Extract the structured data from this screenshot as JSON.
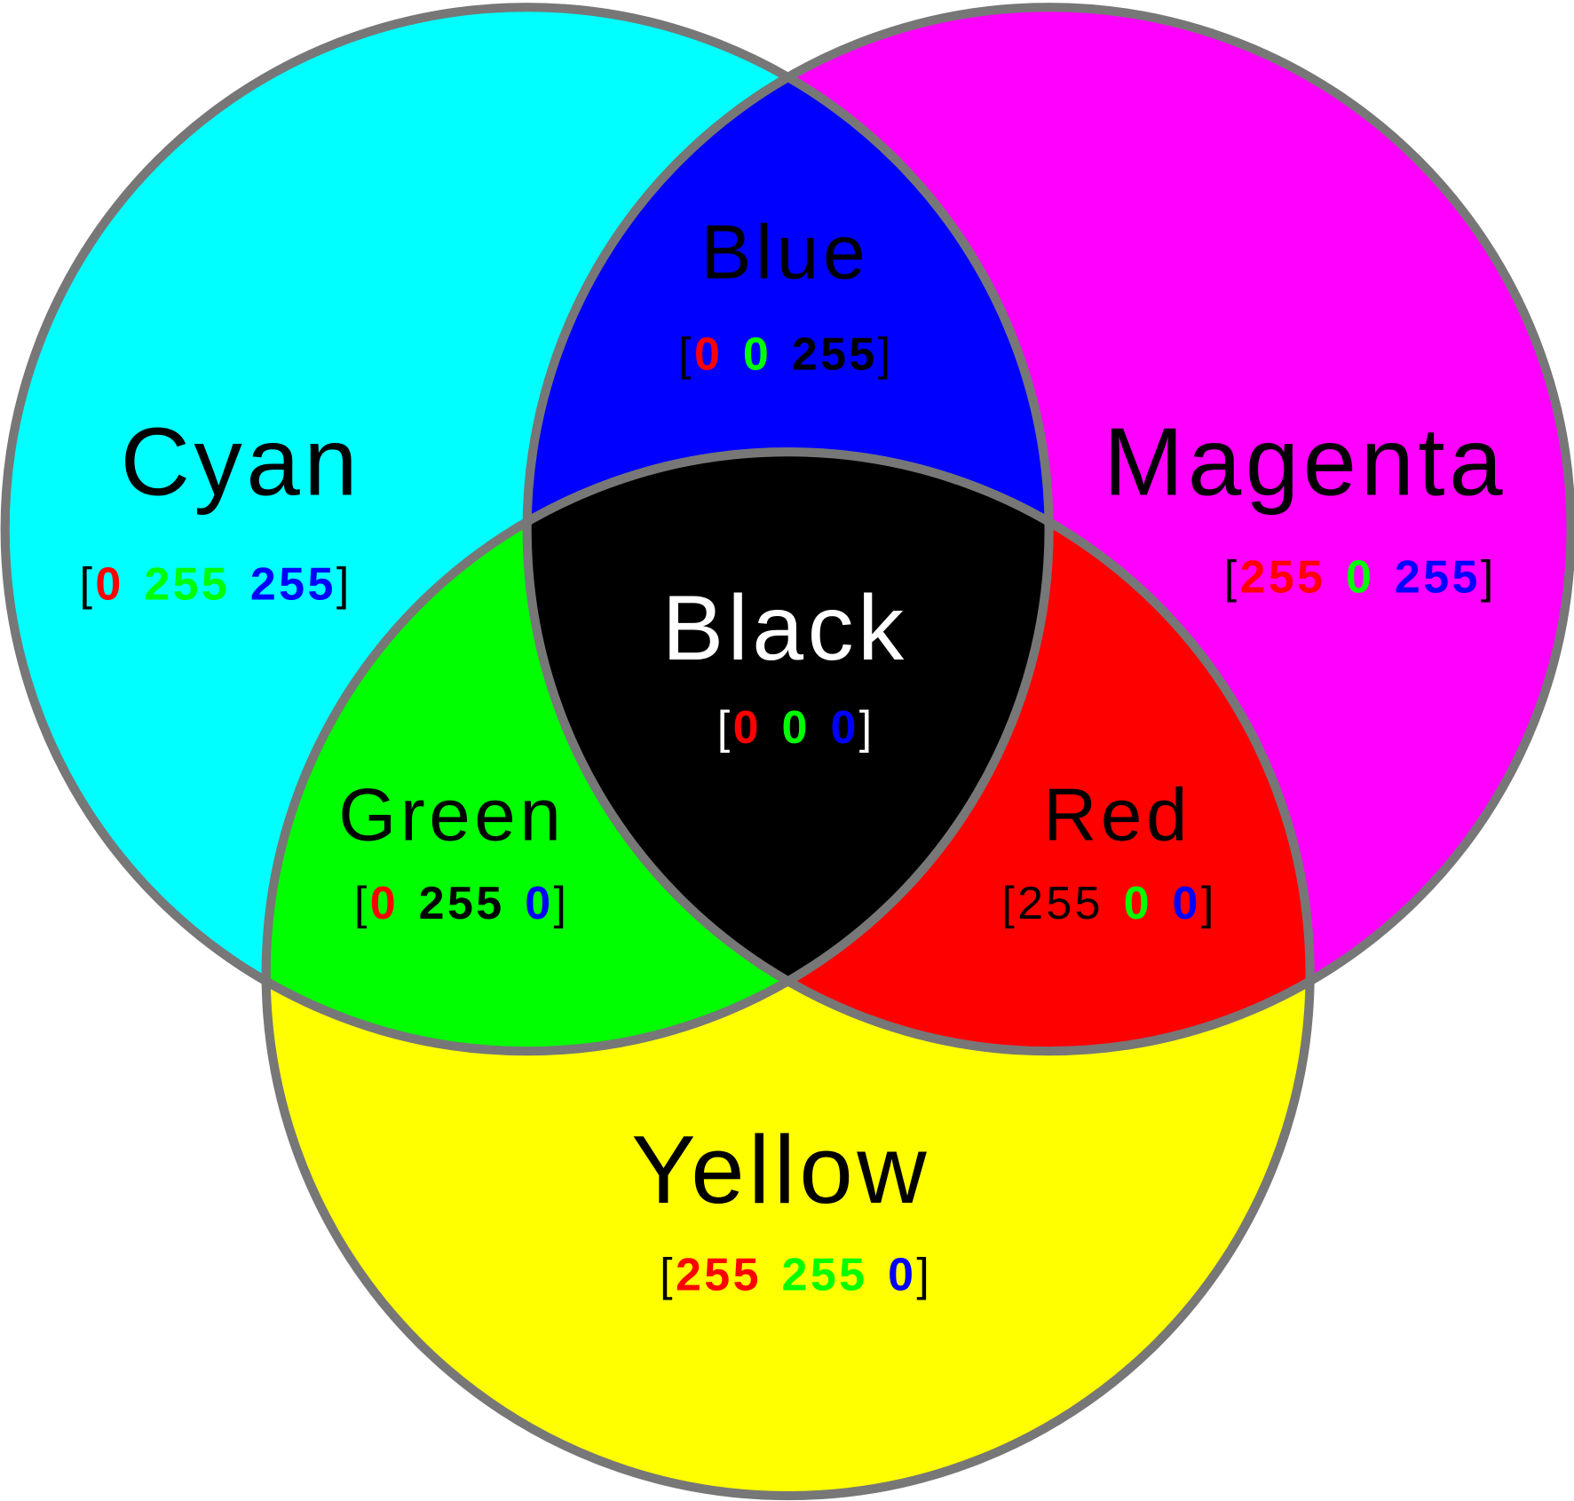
{
  "diagram": {
    "stroke_color": "#777777",
    "circles": {
      "cyan": {
        "label": "Cyan",
        "fill": "#00ffff"
      },
      "magenta": {
        "label": "Magenta",
        "fill": "#ff00ff"
      },
      "yellow": {
        "label": "Yellow",
        "fill": "#ffff00"
      }
    },
    "regions": {
      "cyan": {
        "label": "Cyan",
        "values": [
          "0",
          "255",
          "255"
        ]
      },
      "magenta": {
        "label": "Magenta",
        "values": [
          "255",
          "0",
          "255"
        ]
      },
      "yellow": {
        "label": "Yellow",
        "values": [
          "255",
          "255",
          "0"
        ]
      },
      "blue": {
        "label": "Blue",
        "values": [
          "0",
          "0",
          "255"
        ]
      },
      "green": {
        "label": "Green",
        "values": [
          "0",
          "255",
          "0"
        ]
      },
      "red": {
        "label": "Red",
        "values": [
          "255",
          "0",
          "0"
        ]
      },
      "black": {
        "label": "Black",
        "values": [
          "0",
          "0",
          "0"
        ]
      }
    },
    "brackets": {
      "open": "[",
      "close": "]"
    }
  }
}
